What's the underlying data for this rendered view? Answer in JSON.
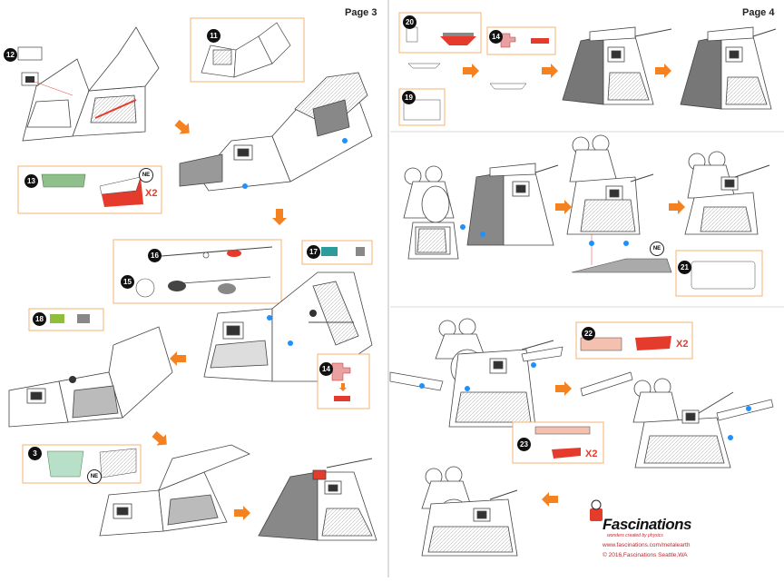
{
  "page_left": {
    "label": "Page 3",
    "steps": [
      "11",
      "12",
      "13",
      "16",
      "17",
      "15",
      "14",
      "18",
      "3"
    ]
  },
  "page_right": {
    "label": "Page 4",
    "steps": [
      "20",
      "14",
      "19",
      "21",
      "22",
      "23"
    ]
  },
  "markers": {
    "x2": "X2",
    "ne": "NE"
  },
  "brand": {
    "name": "Fascinations",
    "tagline": "wonders created by physics",
    "url": "www.fascinations.com/metalearth",
    "copyright": "© 2016,Fascinations Seattle,WA"
  },
  "colors": {
    "accent": "#f58220",
    "red": "#e53b2c",
    "blue": "#1e90ff",
    "green": "#8fbf8a"
  }
}
